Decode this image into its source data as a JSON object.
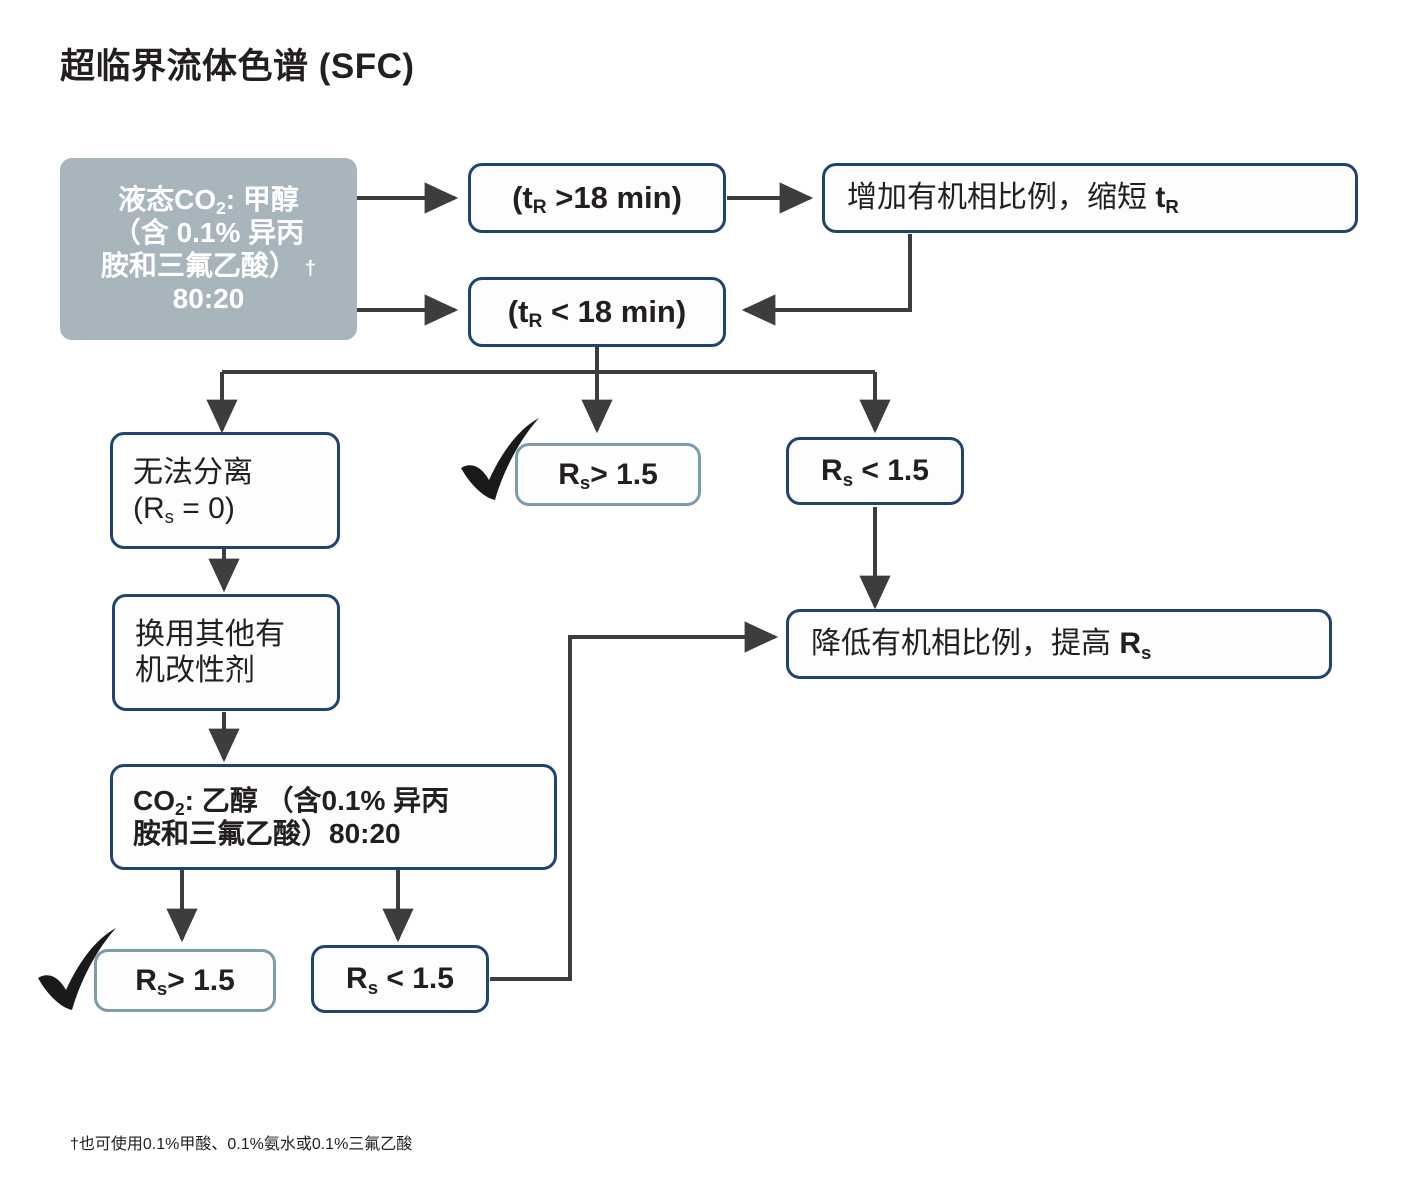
{
  "page": {
    "title": "超临界流体色谱 (SFC)",
    "footnote": "†也可使用0.1%甲酸、0.1%氨水或0.1%三氟乙酸",
    "background": "#ffffff",
    "accent_dark": "#1f4472",
    "accent_light": "#7d9cac",
    "grey_fill": "#a9b5bd",
    "line_color": "#3d3d3d",
    "text_color": "#231f20"
  },
  "diagram": {
    "type": "flowchart",
    "nodes": [
      {
        "id": "start",
        "style": "grey",
        "line1": "液态CO",
        "sub1": "2",
        "line1b": ": 甲醇",
        "line2": "（含 0.1% 异丙",
        "line3": "胺和三氟乙酸）",
        "dagger": "†",
        "line4": "80:20",
        "plain": "液态CO2: 甲醇（含 0.1% 异丙胺和三氟乙酸）† 80:20"
      },
      {
        "id": "tr_gt",
        "style": "dark",
        "pre": "(t",
        "sub": "R",
        "post": " >18 min)",
        "plain": "(tR >18 min)"
      },
      {
        "id": "tr_lt",
        "style": "dark",
        "pre": "(t",
        "sub": "R",
        "post": " < 18 min)",
        "plain": "(tR < 18 min)"
      },
      {
        "id": "increase_organic",
        "style": "dark",
        "pre": "增加有机相比例，缩短 ",
        "bold": "t",
        "sub": "R",
        "plain": "增加有机相比例，缩短 tR"
      },
      {
        "id": "no_separation",
        "style": "dark",
        "line1": "无法分离",
        "pre2": "(R",
        "sub2": "s",
        "post2": " = 0)",
        "plain": "无法分离 (Rs = 0)"
      },
      {
        "id": "rs_gt_top",
        "style": "light",
        "checked": true,
        "pre": "R",
        "sub": "s",
        "post": "> 1.5",
        "plain": "Rs > 1.5"
      },
      {
        "id": "rs_lt_top",
        "style": "dark",
        "pre": "R",
        "sub": "s",
        "post": " < 1.5",
        "plain": "Rs < 1.5"
      },
      {
        "id": "change_modifier",
        "style": "dark",
        "line1": "换用其他有",
        "line2": "机改性剂",
        "plain": "换用其他有机改性剂"
      },
      {
        "id": "co2_ethanol",
        "style": "dark",
        "pre": "CO",
        "sub": "2",
        "line1b": ": 乙醇 （含0.1% 异丙",
        "line2": "胺和三氟乙酸）80:20",
        "plain": "CO2: 乙醇（含0.1% 异丙胺和三氟乙酸）80:20"
      },
      {
        "id": "decrease_organic",
        "style": "dark",
        "pre": "降低有机相比例，提高 ",
        "bold": "R",
        "sub": "s",
        "plain": "降低有机相比例，提高 Rs"
      },
      {
        "id": "rs_gt_bottom",
        "style": "light",
        "checked": true,
        "pre": "R",
        "sub": "s",
        "post": "> 1.5",
        "plain": "Rs > 1.5"
      },
      {
        "id": "rs_lt_bottom",
        "style": "dark",
        "pre": "R",
        "sub": "s",
        "post": " < 1.5",
        "plain": "Rs < 1.5"
      }
    ],
    "edges": [
      {
        "from": "start",
        "to": "tr_gt"
      },
      {
        "from": "start",
        "to": "tr_lt"
      },
      {
        "from": "tr_gt",
        "to": "increase_organic"
      },
      {
        "from": "increase_organic",
        "to": "tr_lt"
      },
      {
        "from": "tr_lt",
        "to": "no_separation"
      },
      {
        "from": "tr_lt",
        "to": "rs_gt_top"
      },
      {
        "from": "tr_lt",
        "to": "rs_lt_top"
      },
      {
        "from": "rs_lt_top",
        "to": "decrease_organic"
      },
      {
        "from": "no_separation",
        "to": "change_modifier"
      },
      {
        "from": "change_modifier",
        "to": "co2_ethanol"
      },
      {
        "from": "co2_ethanol",
        "to": "rs_gt_bottom"
      },
      {
        "from": "co2_ethanol",
        "to": "rs_lt_bottom"
      },
      {
        "from": "rs_lt_bottom",
        "to": "decrease_organic"
      }
    ]
  }
}
